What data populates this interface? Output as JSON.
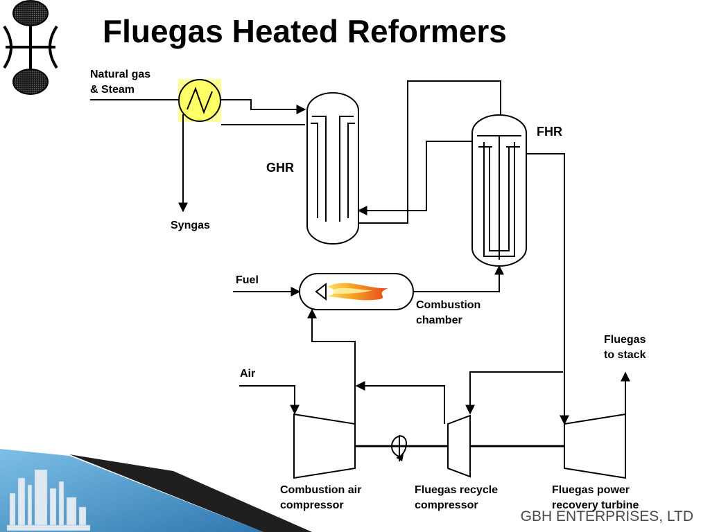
{
  "slide": {
    "title": "Fluegas Heated Reformers",
    "company": "GBH ENTERPRISES, LTD"
  },
  "labels": {
    "natural_gas_1": "Natural gas",
    "natural_gas_2": "& Steam",
    "syngas": "Syngas",
    "ghr": "GHR",
    "fhr": "FHR",
    "fuel": "Fuel",
    "combustion_chamber_1": "Combustion",
    "combustion_chamber_2": "chamber",
    "air": "Air",
    "fluegas_stack_1": "Fluegas",
    "fluegas_stack_2": "to stack",
    "air_compressor_1": "Combustion air",
    "air_compressor_2": "compressor",
    "recycle_compressor_1": "Fluegas recycle",
    "recycle_compressor_2": "compressor",
    "power_turbine_1": "Fluegas power",
    "power_turbine_2": "recovery turbine"
  },
  "colors": {
    "heat_exchanger_fill": "#ffff99",
    "flame_outer": "#f5a623",
    "flame_inner": "#e8441a",
    "footer_blue": "#3e8ec2",
    "footer_dark": "#1f1f1f"
  },
  "icons": {
    "logo": "company-logo-icon",
    "heat_exchanger": "heat-exchanger-icon",
    "flame": "flame-icon",
    "rotation": "rotation-arrow-icon",
    "refinery": "refinery-skyline-icon"
  }
}
